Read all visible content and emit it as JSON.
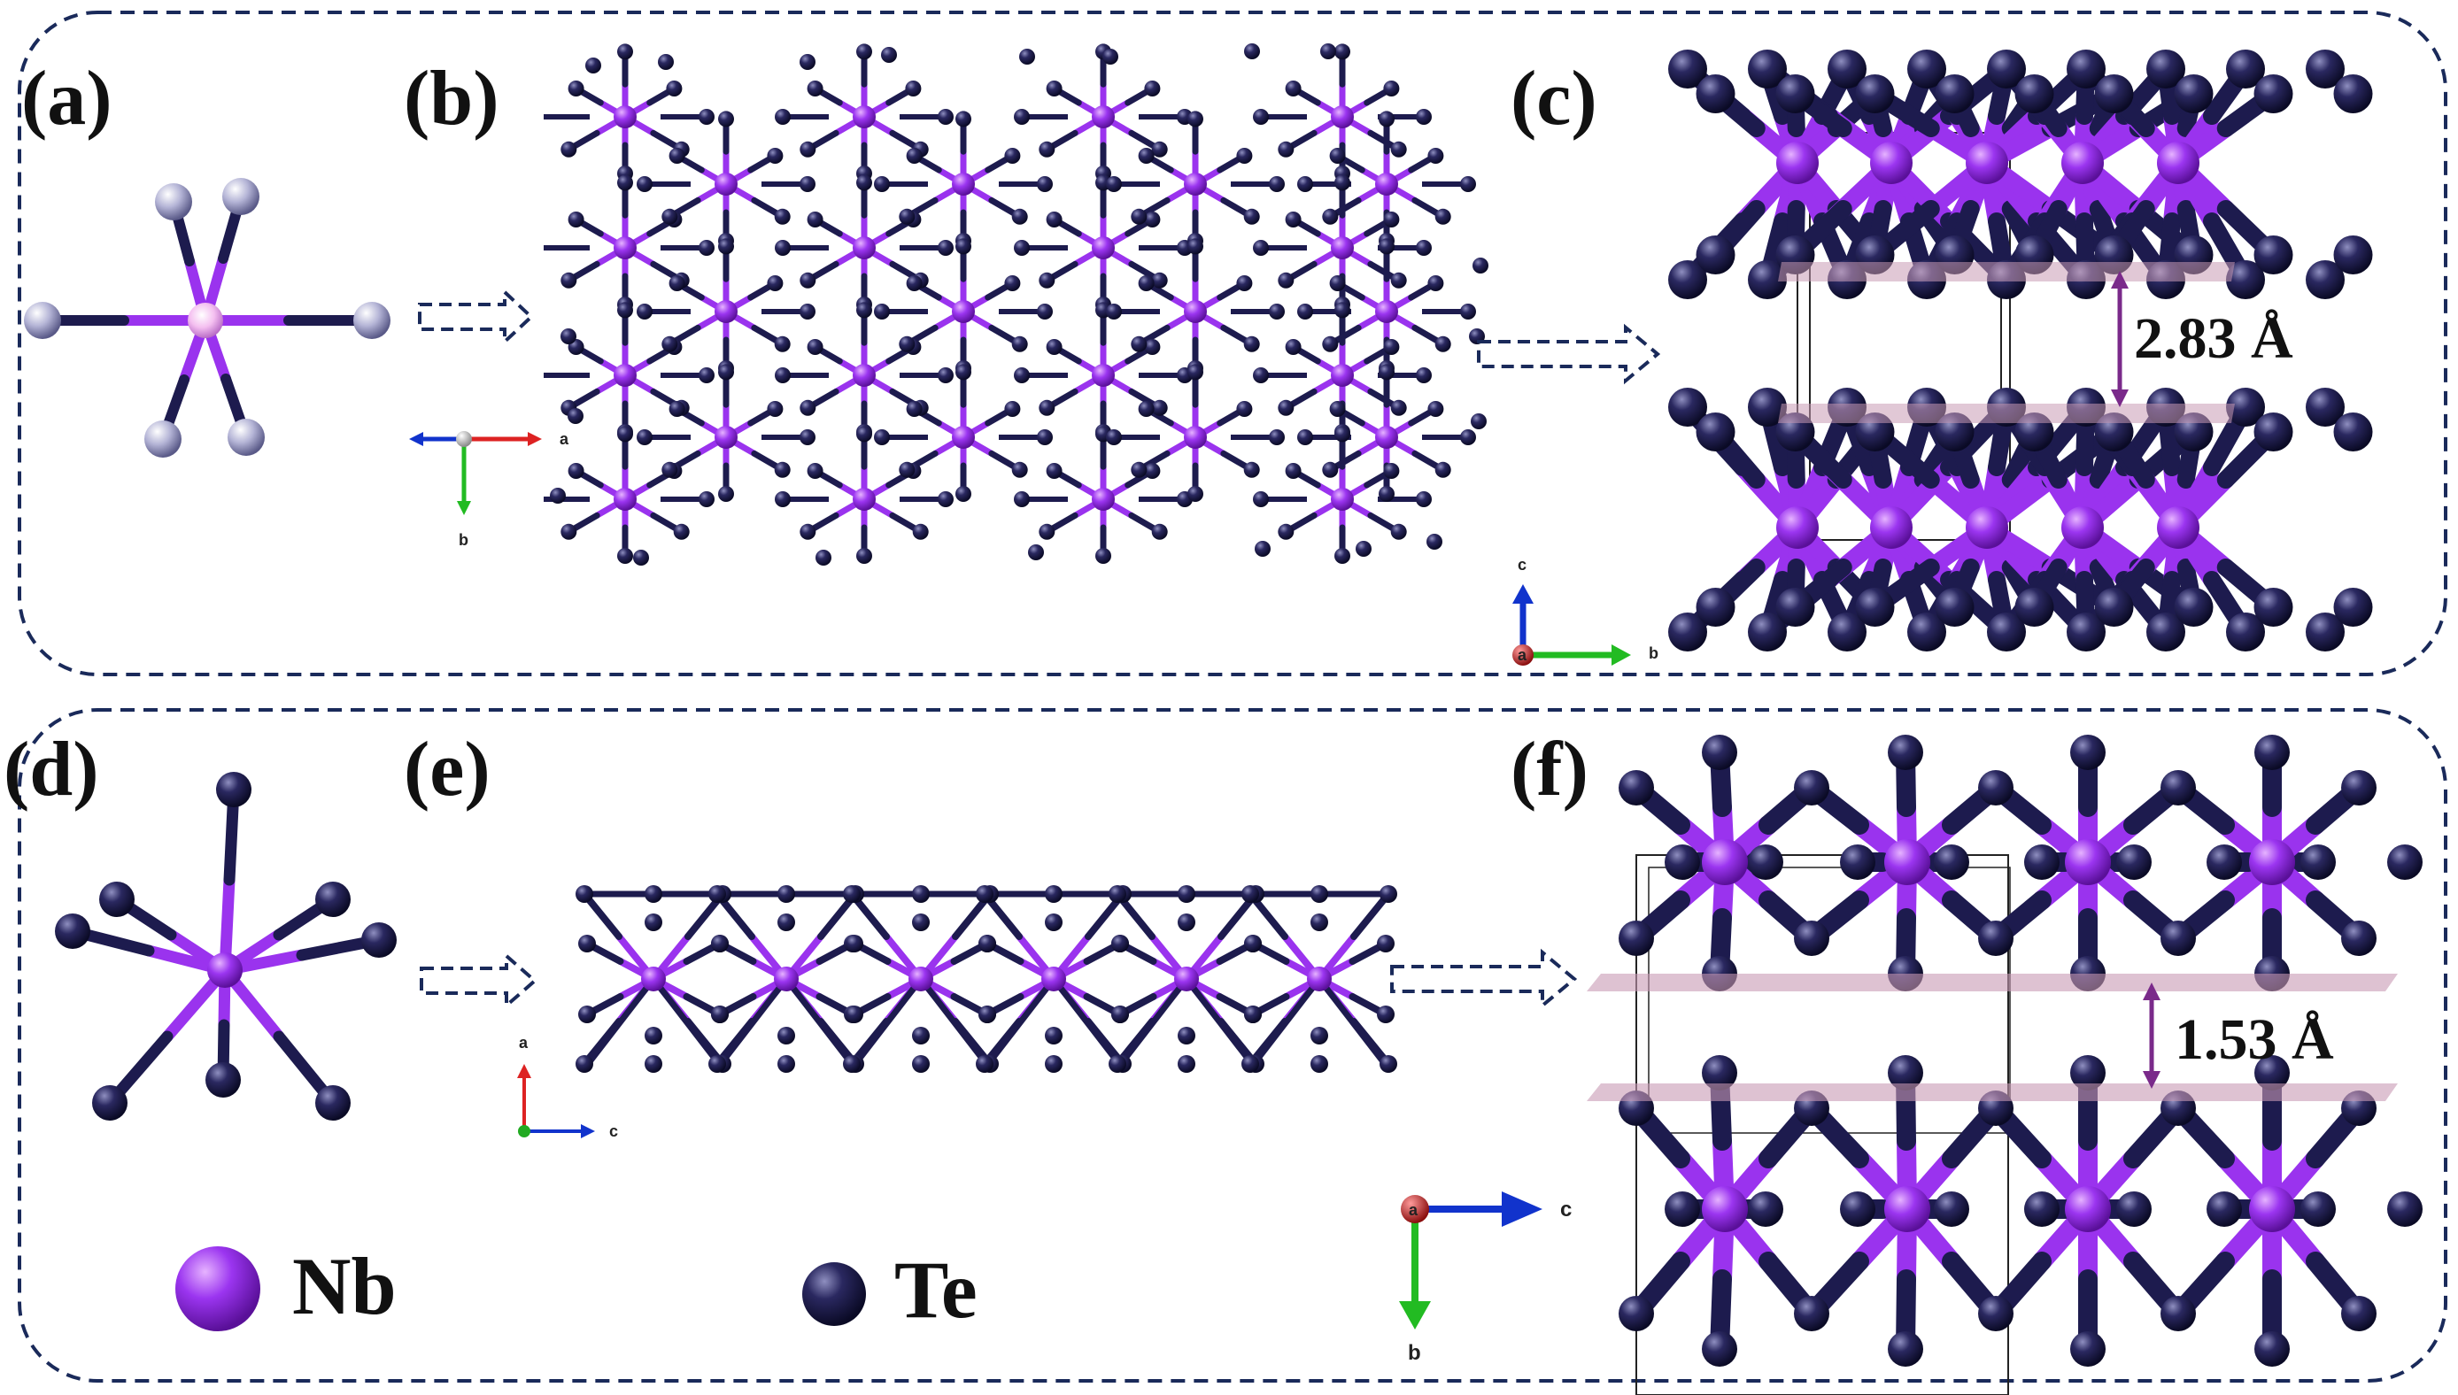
{
  "panels": {
    "a": "(a)",
    "b": "(b)",
    "c": "(c)",
    "d": "(d)",
    "e": "(e)",
    "f": "(f)"
  },
  "distances": {
    "top": "2.83 Å",
    "bottom": "1.53 Å"
  },
  "axes": {
    "b_panel": {
      "horizontal": "a",
      "vertical": "b"
    },
    "c_panel": {
      "vertical": "c",
      "horizontal": "b",
      "origin": "a"
    },
    "e_panel": {
      "vertical": "a",
      "horizontal": "c"
    },
    "f_panel": {
      "horizontal": "c",
      "vertical": "b",
      "origin": "a"
    }
  },
  "legend": {
    "nb": "Nb",
    "te": "Te"
  },
  "colors": {
    "nb": "#9933ee",
    "te": "#1c1a4a",
    "te_light": "#b8b8d8",
    "nb_light": "#f0b8f0",
    "frame": "#1a2a5a",
    "plane": "#c89ab4",
    "arrow_red": "#dd2222",
    "arrow_green": "#22bb22",
    "arrow_blue": "#1133cc"
  }
}
